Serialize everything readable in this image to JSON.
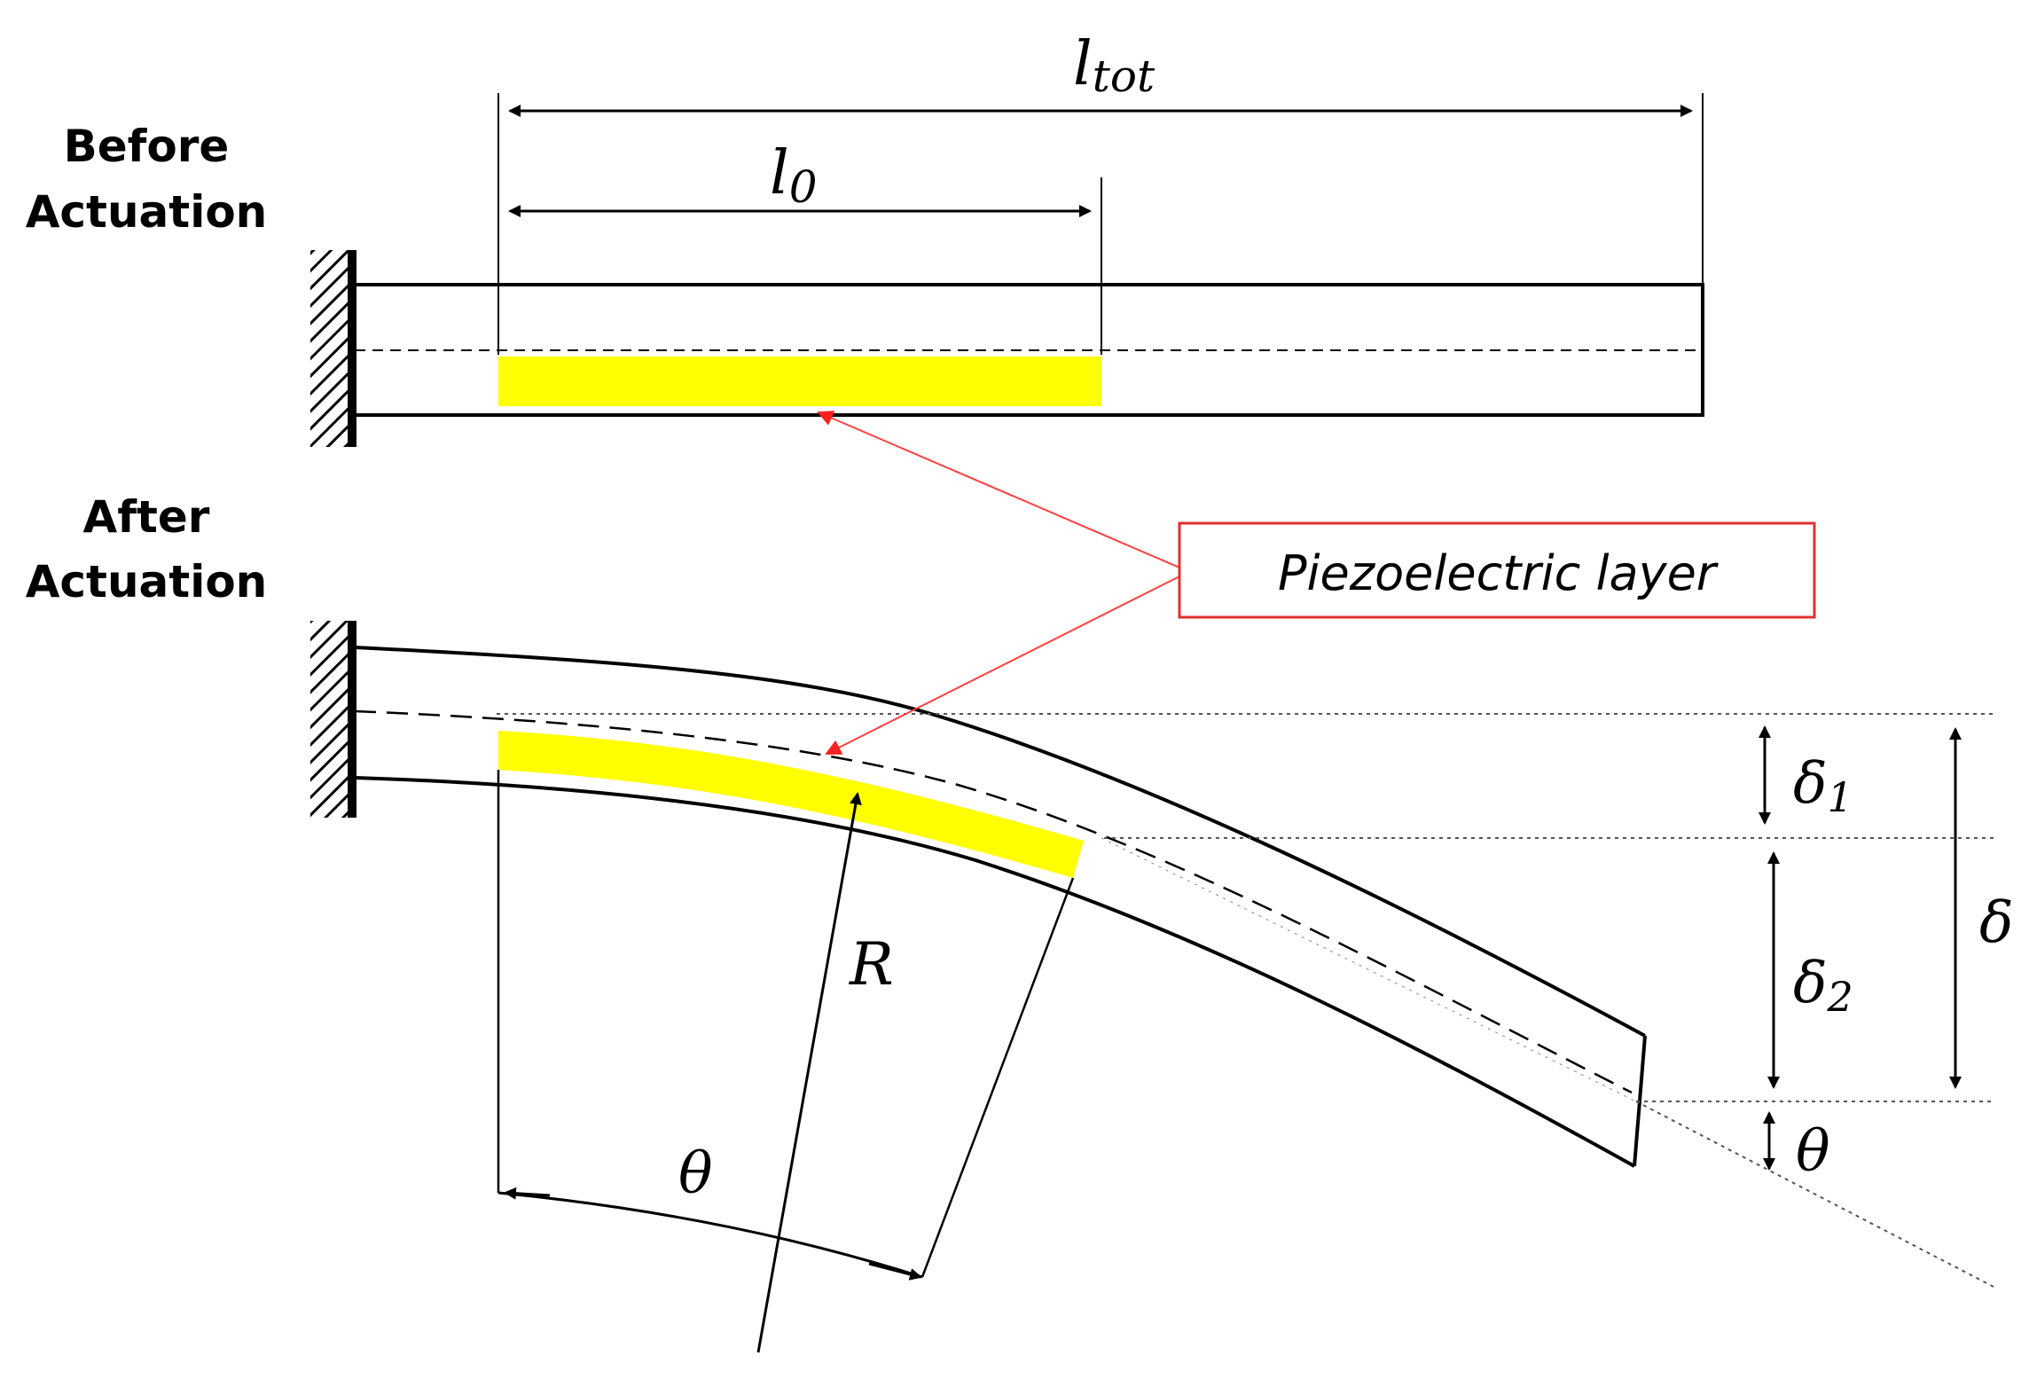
{
  "labels": {
    "before_line1": "Before",
    "before_line2": "Actuation",
    "after_line1": "After",
    "after_line2": "Actuation"
  },
  "math": {
    "l_tot_main": "l",
    "l_tot_sub": "tot",
    "l0_main": "l",
    "l0_sub": "0",
    "R": "R",
    "theta_arc": "θ",
    "theta_tip": "θ",
    "delta": "δ",
    "delta1_main": "δ",
    "delta1_sub": "1",
    "delta2_main": "δ",
    "delta2_sub": "2"
  },
  "callout": {
    "text": "Piezoelectric layer"
  },
  "colors": {
    "piezo": "#ffff00",
    "callout_border": "#e03030",
    "pointer": "#ff4040",
    "line": "#000000"
  }
}
